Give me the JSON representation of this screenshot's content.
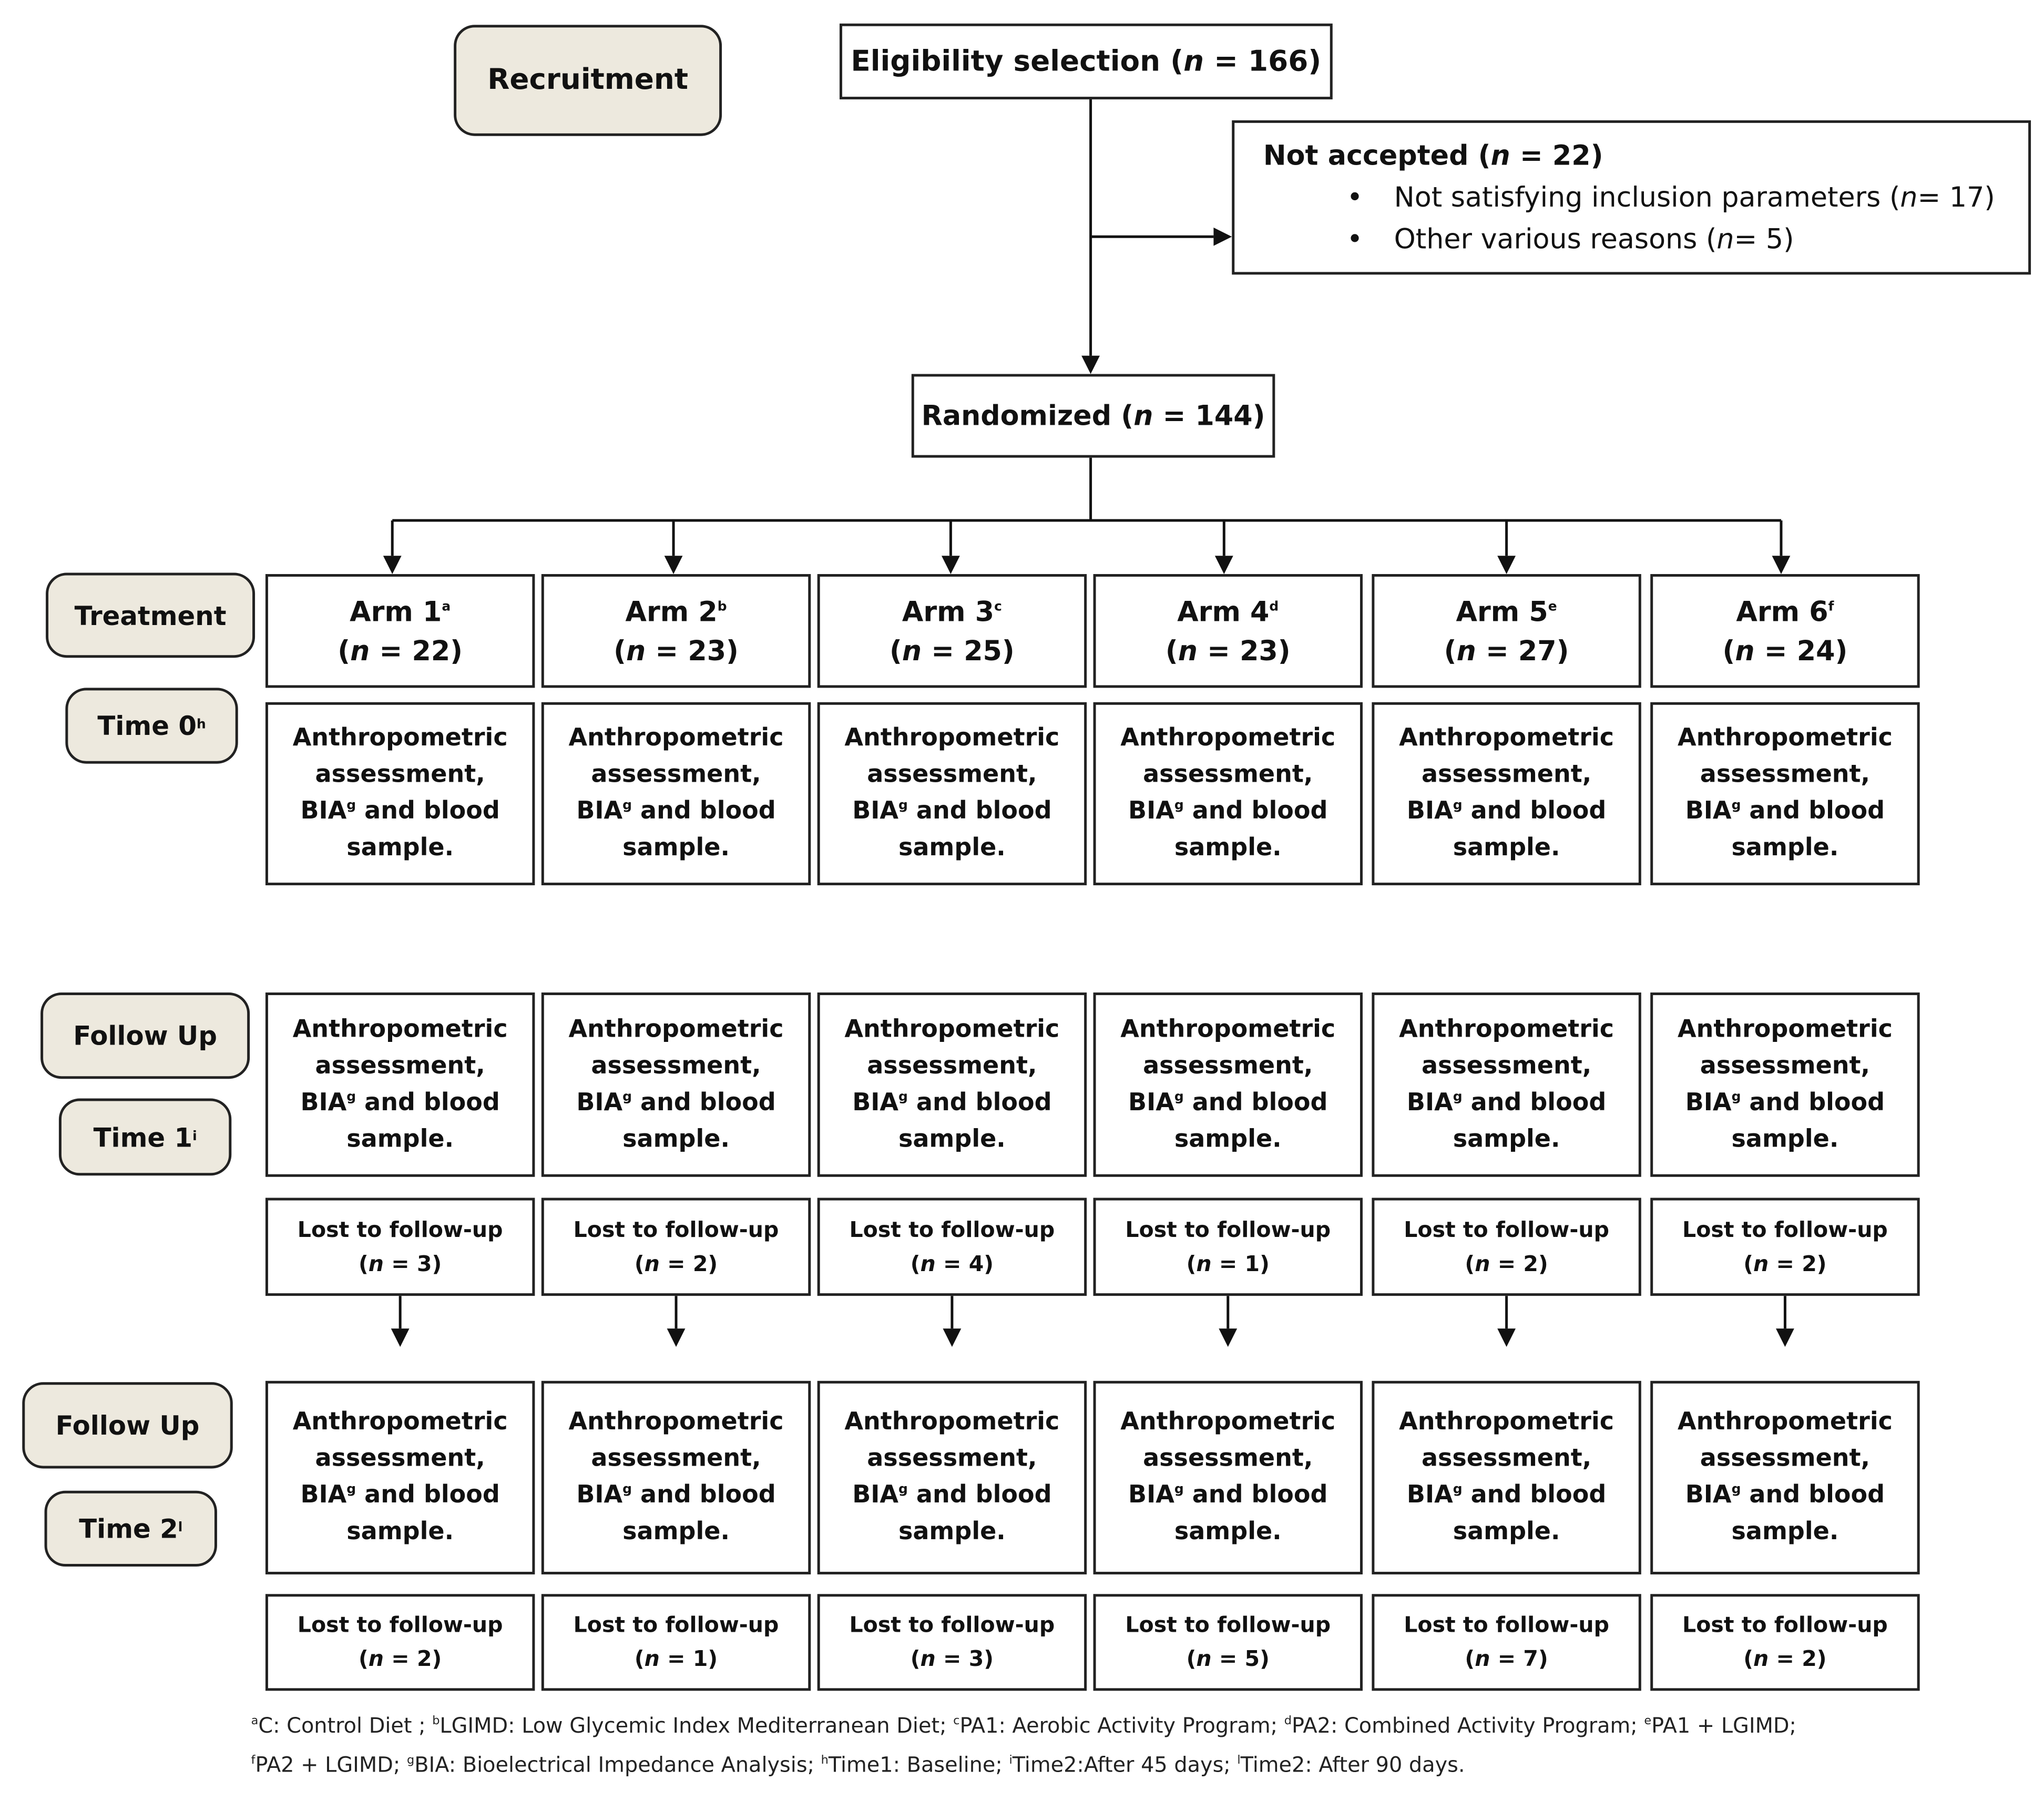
{
  "phases": {
    "recruitment": "Recruitment",
    "treatment": "Treatment",
    "time0": "Time 0",
    "time0_sup": "h",
    "followup1": "Follow Up",
    "time1": "Time 1",
    "time1_sup": "i",
    "followup2": "Follow Up",
    "time2": "Time 2",
    "time2_sup": "l"
  },
  "eligibility": {
    "label": "Eligibility selection (",
    "n_var": "n",
    "n_text": " = 166)"
  },
  "not_accepted": {
    "title_pre": "Not accepted (",
    "title_n": "n",
    "title_post": " = 22)",
    "items": [
      {
        "bullet": "•",
        "pre": "Not satisfying inclusion parameters (",
        "n": "n",
        "post": " = 17)"
      },
      {
        "bullet": "•",
        "pre": "Other various reasons (",
        "n": "n",
        "post": " = 5)"
      }
    ]
  },
  "randomized": {
    "label": "Randomized (",
    "n_var": "n",
    "n_text": " = 144)"
  },
  "assessment": {
    "line1": "Anthropometric",
    "line2": "assessment,",
    "bia": "BIA",
    "bia_sup": "g",
    "line3_post": " and blood",
    "line4": "sample."
  },
  "lost_label": "Lost to follow-up",
  "arms": [
    {
      "name": "Arm 1",
      "sup": "a",
      "n_open": "(",
      "n_var": "n",
      "n_close": " = 22)",
      "lost1": "(n = 3)",
      "lost1_pre": "(",
      "lost1_n": "n",
      "lost1_post": " = 3)",
      "lost2_pre": "(",
      "lost2_n": "n",
      "lost2_post": " = 2)"
    },
    {
      "name": "Arm 2",
      "sup": "b",
      "n_open": "(",
      "n_var": "n",
      "n_close": " = 23)",
      "lost1_pre": "(",
      "lost1_n": "n",
      "lost1_post": " = 2)",
      "lost2_pre": "(",
      "lost2_n": "n",
      "lost2_post": " = 1)"
    },
    {
      "name": "Arm 3",
      "sup": "c",
      "n_open": "(",
      "n_var": "n",
      "n_close": " = 25)",
      "lost1_pre": "(",
      "lost1_n": "n",
      "lost1_post": " = 4)",
      "lost2_pre": "(",
      "lost2_n": "n",
      "lost2_post": " = 3)"
    },
    {
      "name": "Arm 4",
      "sup": "d",
      "n_open": "(",
      "n_var": "n",
      "n_close": " = 23)",
      "lost1_pre": "(",
      "lost1_n": "n",
      "lost1_post": " = 1)",
      "lost2_pre": "(",
      "lost2_n": "n",
      "lost2_post": " = 5)"
    },
    {
      "name": "Arm 5",
      "sup": "e",
      "n_open": "(",
      "n_var": "n",
      "n_close": " = 27)",
      "lost1_pre": "(",
      "lost1_n": "n",
      "lost1_post": " = 2)",
      "lost2_pre": "(",
      "lost2_n": "n",
      "lost2_post": " = 7)"
    },
    {
      "name": "Arm 6",
      "sup": "f",
      "n_open": "(",
      "n_var": "n",
      "n_close": " = 24)",
      "lost1_pre": "(",
      "lost1_n": "n",
      "lost1_post": " = 2)",
      "lost2_pre": "(",
      "lost2_n": "n",
      "lost2_post": " = 2)"
    }
  ],
  "footnotes": {
    "line1": [
      {
        "sup": "a",
        "text": "C: Control Diet ; "
      },
      {
        "sup": "b",
        "text": "LGIMD: Low Glycemic Index Mediterranean Diet; "
      },
      {
        "sup": "c",
        "text": "PA1: Aerobic Activity Program; "
      },
      {
        "sup": "d",
        "text": "PA2: Combined Activity Program; "
      },
      {
        "sup": "e",
        "text": "PA1 + LGIMD;"
      }
    ],
    "line2": [
      {
        "sup": "f",
        "text": "PA2 + LGIMD; "
      },
      {
        "sup": "g",
        "text": "BIA: Bioelectrical Impedance Analysis; "
      },
      {
        "sup": "h",
        "text": "Time1: Baseline; "
      },
      {
        "sup": "i",
        "text": "Time2:After 45 days; "
      },
      {
        "sup": "l",
        "text": "Time2: After 90 days."
      }
    ]
  }
}
